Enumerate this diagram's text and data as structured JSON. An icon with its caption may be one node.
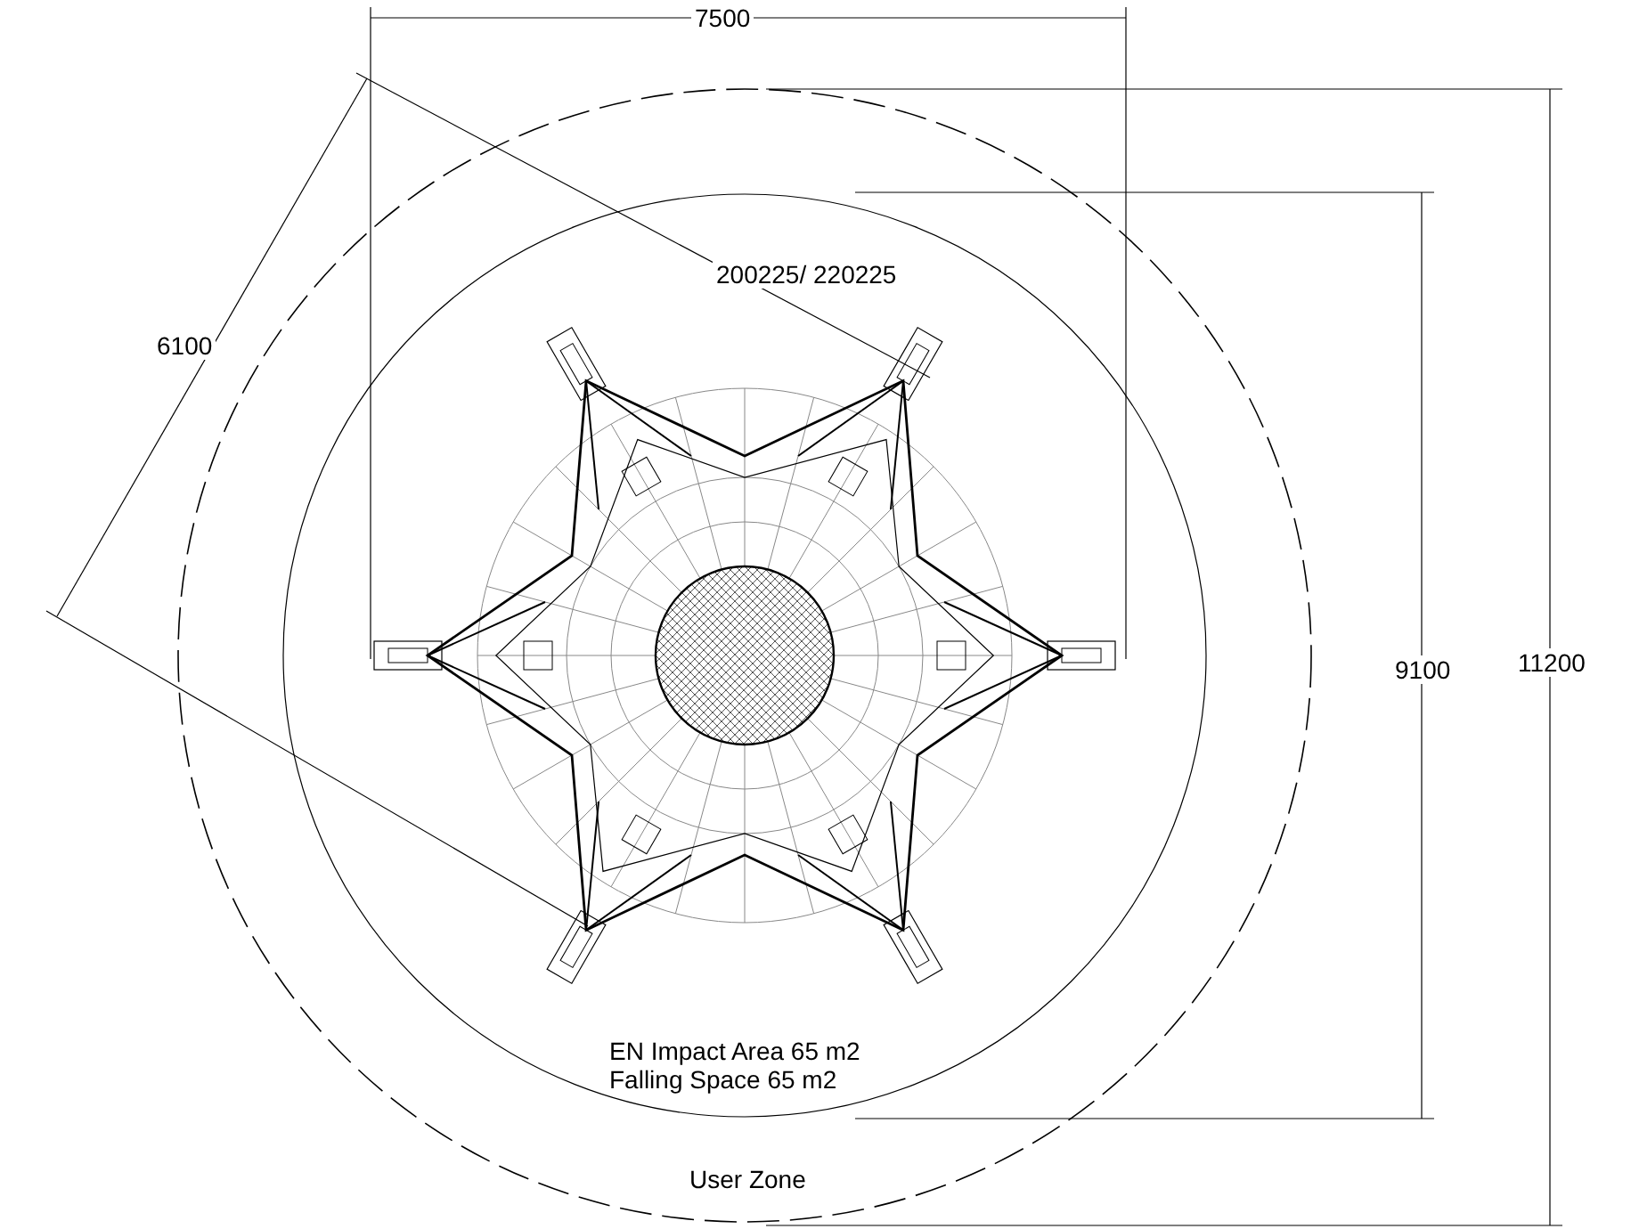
{
  "diagram": {
    "labels": [
      "7500",
      "6100",
      "9100",
      "11200",
      "200225/ 220225",
      "EN Impact Area 65 m2",
      "Falling Space 65 m2",
      "User Zone"
    ]
  }
}
